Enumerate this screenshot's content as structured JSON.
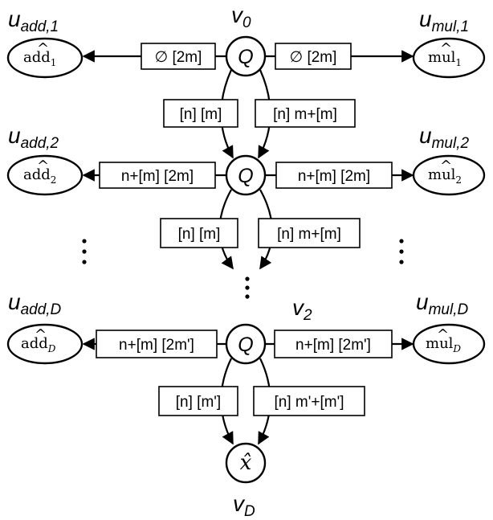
{
  "vertices": {
    "v0": {
      "label": "v",
      "sub": "0"
    },
    "v2": {
      "label": "v",
      "sub": "2"
    },
    "vD": {
      "label": "v",
      "sub": "D"
    }
  },
  "layer_nodes": {
    "q_symbol": "Q",
    "leaf_symbol": "x̂"
  },
  "layers": [
    {
      "left_top_label": {
        "main": "u",
        "sub": "add,1"
      },
      "right_top_label": {
        "main": "u",
        "sub": "mul,1"
      },
      "left_leaf": {
        "name": "add",
        "sub": "1"
      },
      "right_leaf": {
        "name": "mul",
        "sub": "1"
      },
      "left_box": "∅  [2m]",
      "right_box": "∅  [2m]"
    },
    {
      "left_top_label": {
        "main": "u",
        "sub": "add,2"
      },
      "right_top_label": {
        "main": "u",
        "sub": "mul,2"
      },
      "left_leaf": {
        "name": "add",
        "sub": "2"
      },
      "right_leaf": {
        "name": "mul",
        "sub": "2"
      },
      "left_box": "n+[m]  [2m]",
      "right_box": "n+[m]  [2m]"
    },
    {
      "left_top_label": {
        "main": "u",
        "sub": "add,D"
      },
      "right_top_label": {
        "main": "u",
        "sub": "mul,D"
      },
      "left_leaf": {
        "name": "add",
        "sub": "D"
      },
      "right_leaf": {
        "name": "mul",
        "sub": "D"
      },
      "left_box": "n+[m]  [2m']",
      "right_box": "n+[m]  [2m']"
    }
  ],
  "down_edges": [
    {
      "left": "[n]  [m]",
      "right": "[n]  m+[m]"
    },
    {
      "left": "[n]  [m]",
      "right": "[n]  m+[m]"
    },
    {
      "left": "[n]  [m']",
      "right": "[n]  m'+[m']"
    }
  ],
  "ellipsis": "⋮"
}
